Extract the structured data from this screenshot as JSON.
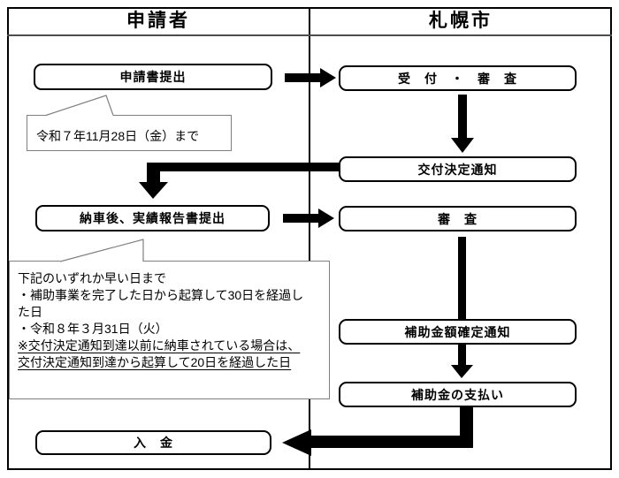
{
  "header": {
    "applicant": "申請者",
    "city": "札幌市"
  },
  "applicant_lane": {
    "submit_box": "申請書提出",
    "submit_deadline_callout": "令和７年11月28日（金）まで",
    "report_box": "納車後、実績報告書提出",
    "report_deadline_callout": {
      "lines": [
        "下記のいずれか早い日まで",
        "・補助事業を完了した日から起算して30日を経過し",
        "た日",
        "・令和８年３月31日（火）",
        "※交付決定通知到達以前に納車されている場合は、",
        "交付決定通知到達から起算して20日を経過した日"
      ]
    },
    "deposit_box": "入　金"
  },
  "city_lane": {
    "reception_review_box": "受　付　・　審　査",
    "grant_decision_notice_box": "交付決定通知",
    "review_box": "審　査",
    "amount_determination_notice_box": "補助金額確定通知",
    "payment_box": "補助金の支払い"
  },
  "colors": {
    "ink": "#000000",
    "callout_border": "#7f7f7f",
    "header_separator": "#4d4d4d",
    "background": "#ffffff"
  }
}
